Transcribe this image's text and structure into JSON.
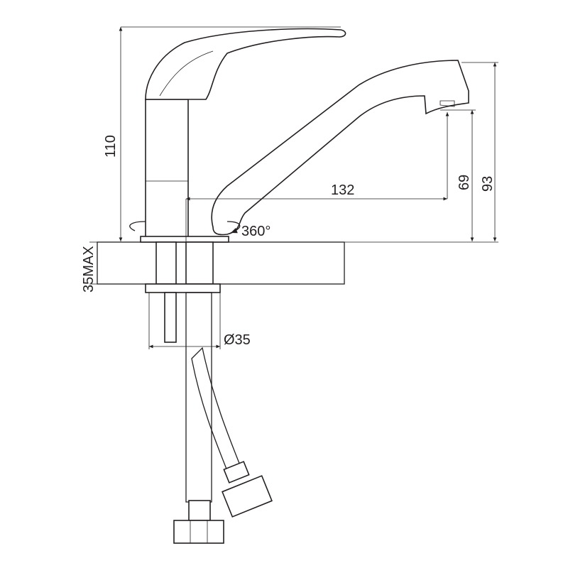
{
  "drawing": {
    "title": "Single-lever faucet dimension drawing",
    "dimensions": {
      "height_total": "110",
      "spout_reach": "132",
      "spout_clearance": "69",
      "spout_height": "93",
      "rotation": "360°",
      "countertop_thickness": "35MAX",
      "hole_diameter": "Ø35"
    }
  }
}
